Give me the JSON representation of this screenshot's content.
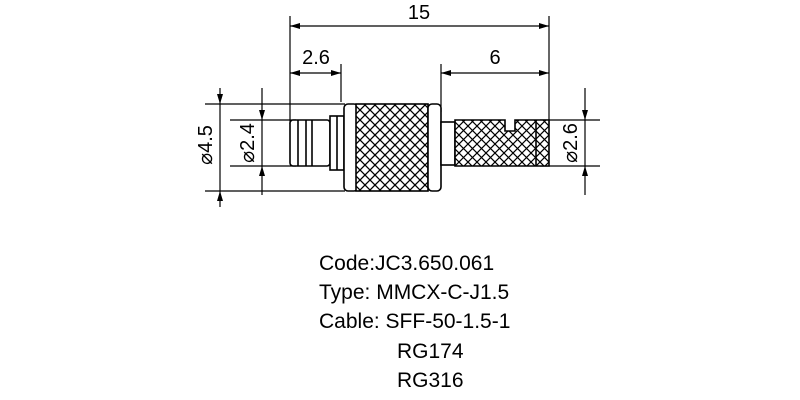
{
  "dimensions": {
    "overall_length": "15",
    "pin_length": "2.6",
    "crimp_length": "6",
    "body_diameter": "⌀4.5",
    "pin_diameter": "⌀2.4",
    "crimp_diameter": "⌀2.6"
  },
  "spec": {
    "code": "Code:JC3.650.061",
    "type": "Type: MMCX-C-J1.5",
    "cable": "Cable: SFF-50-1.5-1",
    "cable_alt_1": "RG174",
    "cable_alt_2": "RG316"
  }
}
